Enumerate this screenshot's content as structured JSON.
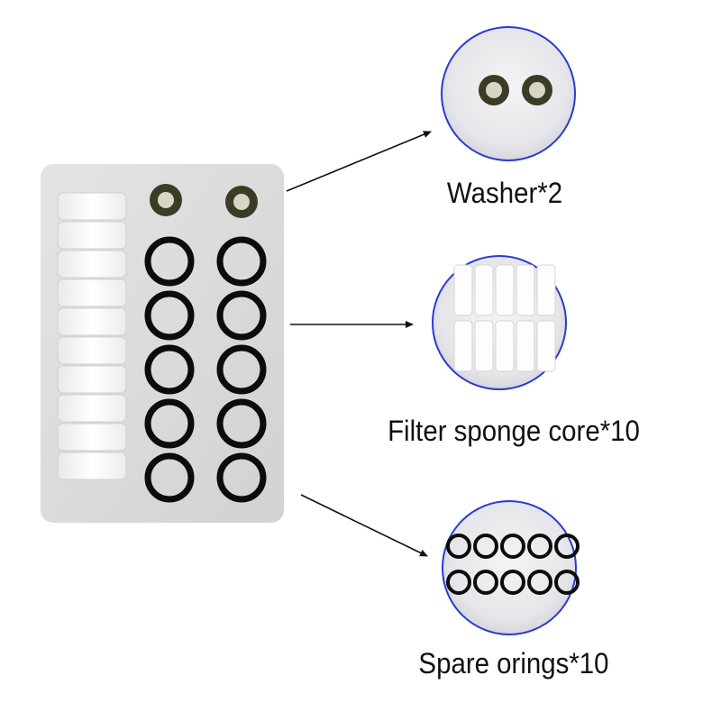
{
  "labels": {
    "washer": "Washer*2",
    "sponge": "Filter sponge core*10",
    "orings": "Spare orings*10"
  },
  "colors": {
    "background": "#ffffff",
    "panel": "#dcdcdc",
    "ring": "#0c0c0c",
    "washer_outer": "#3b3b26",
    "washer_inner": "#d9d5c6",
    "sponge": "#fbfbfb",
    "circle_border": "#2a3bd0",
    "arrow": "#111111"
  },
  "contents": {
    "washer_count": 2,
    "sponge_count": 10,
    "oring_count": 10
  }
}
